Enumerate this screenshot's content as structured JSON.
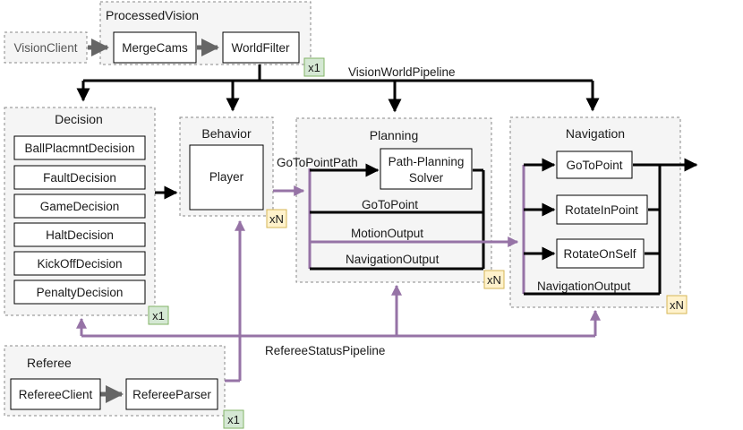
{
  "colors": {
    "group_fill": "#f5f5f5",
    "group_stroke": "#888888",
    "black_edge": "#000000",
    "gray_edge": "#666666",
    "purple_edge": "#9673a6",
    "badge_green_fill": "#d5e8d4",
    "badge_green_stroke": "#82b366",
    "badge_yellow_fill": "#fff2cc",
    "badge_yellow_stroke": "#d6b656"
  },
  "groups": {
    "processed_vision": "ProcessedVision",
    "decision": "Decision",
    "behavior": "Behavior",
    "planning": "Planning",
    "navigation": "Navigation",
    "referee": "Referee"
  },
  "nodes": {
    "vision_client": "VisionClient",
    "merge_cams": "MergeCams",
    "world_filter": "WorldFilter",
    "ball_placement_decision": "BallPlacmntDecision",
    "fault_decision": "FaultDecision",
    "game_decision": "GameDecision",
    "halt_decision": "HaltDecision",
    "kickoff_decision": "KickOffDecision",
    "penalty_decision": "PenaltyDecision",
    "player": "Player",
    "path_planning_solver_line1": "Path-Planning",
    "path_planning_solver_line2": "Solver",
    "go_to_point_nav": "GoToPoint",
    "rotate_in_point": "RotateInPoint",
    "rotate_on_self": "RotateOnSelf",
    "referee_client": "RefereeClient",
    "referee_parser": "RefereeParser"
  },
  "edge_labels": {
    "vision_world_pipeline": "VisionWorldPipeline",
    "go_to_point_path": "GoToPointPath",
    "go_to_point": "GoToPoint",
    "motion_output": "MotionOutput",
    "planning_navigation_output": "NavigationOutput",
    "navigation_navigation_output": "NavigationOutput",
    "referee_status_pipeline": "RefereeStatusPipeline"
  },
  "badges": {
    "processed_vision": "x1",
    "decision": "x1",
    "behavior": "xN",
    "planning": "xN",
    "navigation": "xN",
    "referee": "x1"
  }
}
